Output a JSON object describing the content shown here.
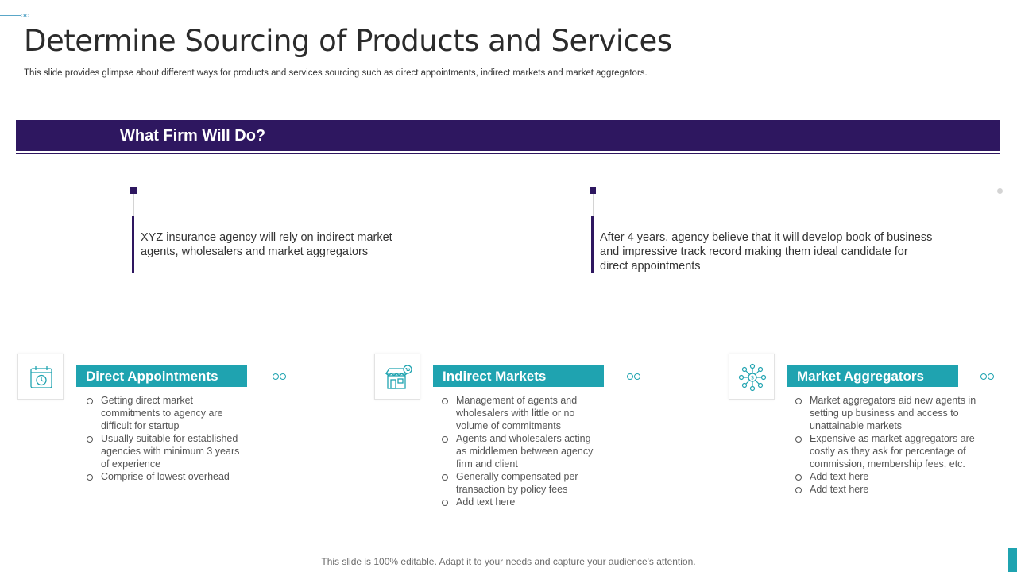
{
  "header": {
    "title": "Determine Sourcing of Products and Services",
    "subtitle": "This slide provides glimpse about different ways for products and services sourcing such as direct appointments, indirect markets and market aggregators."
  },
  "banner": {
    "label": "What Firm Will Do?"
  },
  "points": [
    {
      "lines": [
        "XYZ insurance agency will rely on indirect market",
        "agents, wholesalers and market aggregators"
      ]
    },
    {
      "lines": [
        "After 4 years, agency believe that it will develop book of business",
        "and impressive track record making them ideal candidate for",
        "direct appointments"
      ]
    }
  ],
  "cards": [
    {
      "icon": "calendar-clock-icon",
      "title": "Direct Appointments",
      "bullets": [
        [
          "Getting direct market",
          "commitments to agency are",
          "difficult for startup"
        ],
        [
          "Usually suitable for established",
          "agencies with minimum 3 years",
          "of experience"
        ],
        [
          "Comprise  of lowest overhead"
        ]
      ]
    },
    {
      "icon": "storefront-cart-icon",
      "title": "Indirect Markets",
      "bullets": [
        [
          "Management  of  agents  and",
          "wholesalers  with  little  or  no",
          "volume  of  commitments"
        ],
        [
          "Agents  and  wholesalers  acting",
          "as  middlemen  between  agency",
          "firm  and  client"
        ],
        [
          "Generally  compensated  per",
          "transaction  by  policy  fees"
        ],
        [
          "Add text here"
        ]
      ]
    },
    {
      "icon": "network-dollar-icon",
      "title": "Market Aggregators",
      "bullets": [
        [
          "Market  aggregators  aid  new  agents  in",
          "setting  up  business  and  access  to",
          "unattainable  markets"
        ],
        [
          "Expensive  as  market  aggregators  are",
          "costly  as  they  ask  for  percentage  of",
          "commission,  membership  fees,  etc."
        ],
        [
          "Add text here"
        ],
        [
          "Add text here"
        ]
      ]
    }
  ],
  "footer": {
    "text": "This slide is 100% editable. Adapt it to your needs and capture your audience's attention."
  },
  "colors": {
    "primary": "#2e1760",
    "accent": "#1fa3b0"
  }
}
